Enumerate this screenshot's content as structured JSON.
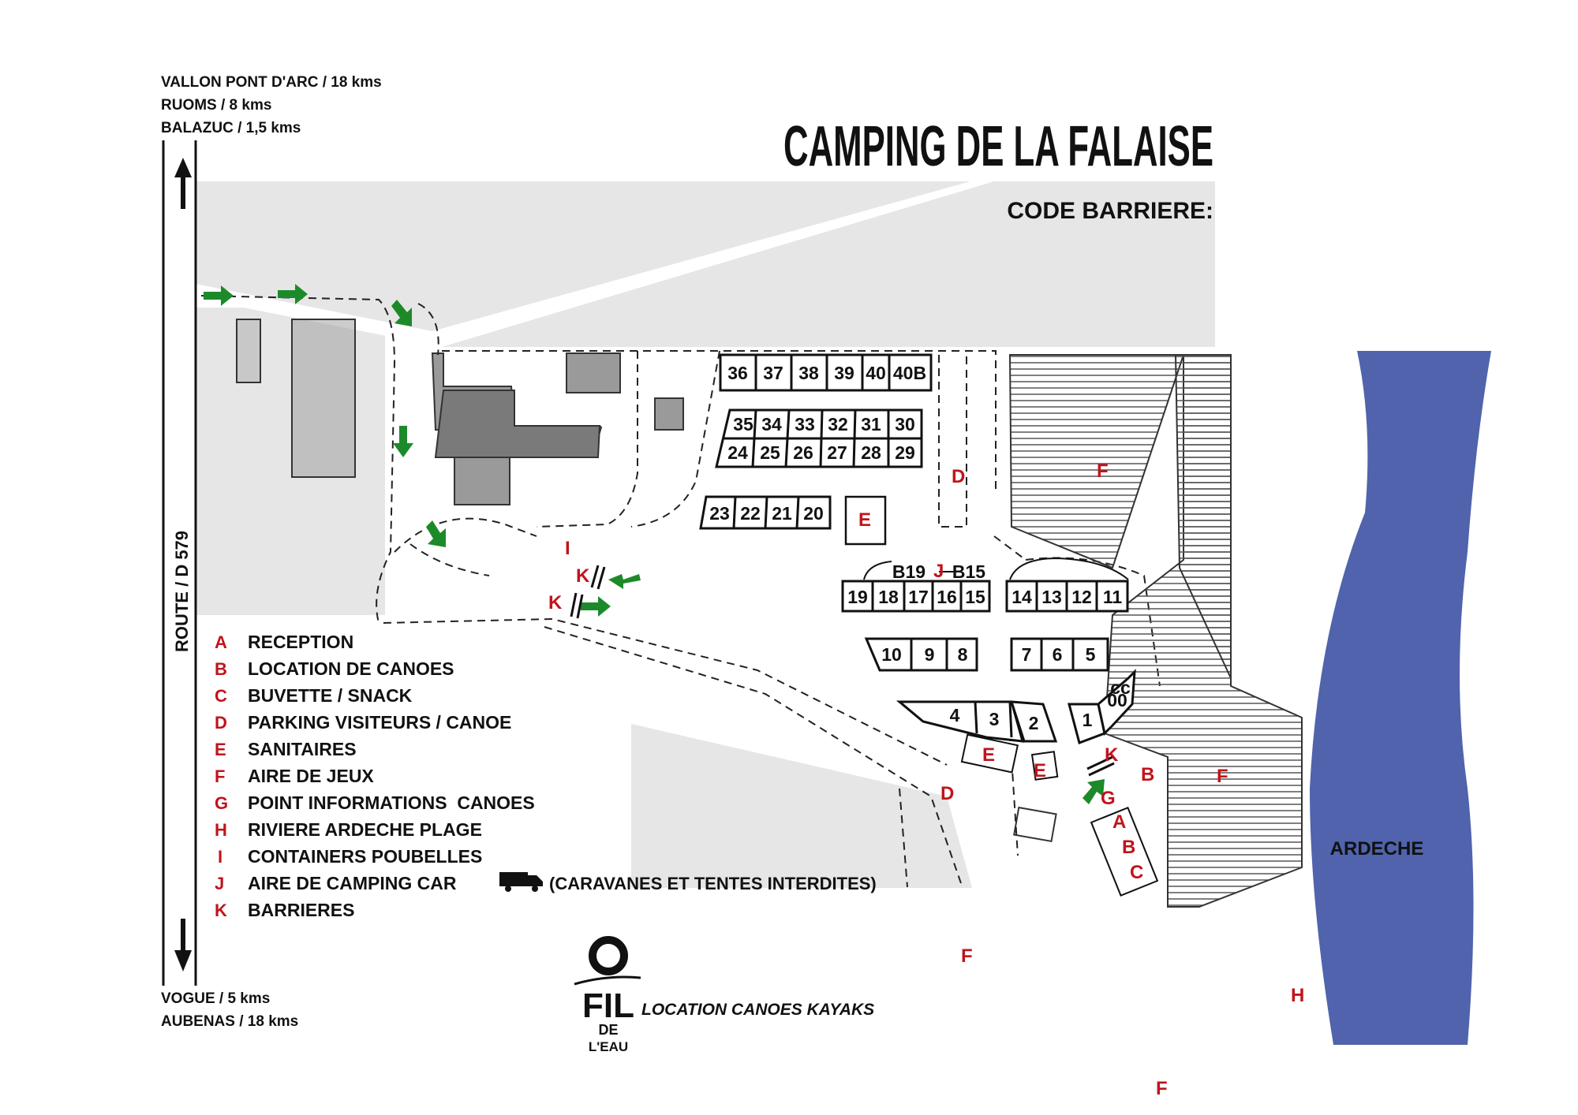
{
  "title": "CAMPING DE LA FALAISE",
  "code_label": "CODE BARRIERE:",
  "directions_north": [
    "VALLON PONT D'ARC / 18 kms",
    "RUOMS / 8 kms",
    "BALAZUC / 1,5 kms"
  ],
  "directions_south": [
    "VOGUE / 5 kms",
    "AUBENAS / 18 kms"
  ],
  "road_label": "ROUTE / D 579",
  "river_label": "ARDECHE",
  "legend": [
    {
      "key": "A",
      "label": "RECEPTION"
    },
    {
      "key": "B",
      "label": "LOCATION DE CANOES"
    },
    {
      "key": "C",
      "label": "BUVETTE / SNACK"
    },
    {
      "key": "D",
      "label": "PARKING VISITEURS / CANOE"
    },
    {
      "key": "E",
      "label": "SANITAIRES"
    },
    {
      "key": "F",
      "label": "AIRE DE JEUX"
    },
    {
      "key": "G",
      "label": "POINT INFORMATIONS  CANOES"
    },
    {
      "key": "H",
      "label": "RIVIERE ARDECHE PLAGE"
    },
    {
      "key": "I",
      "label": "CONTAINERS POUBELLES"
    },
    {
      "key": "J",
      "label": "AIRE DE CAMPING CAR"
    },
    {
      "key": "K",
      "label": "BARRIERES"
    }
  ],
  "legend_note": "(CARAVANES ET TENTES INTERDITES)",
  "logo": {
    "line1": "FIL",
    "line2": "DE",
    "line3": "L'EAU"
  },
  "logo_caption": "LOCATION CANOES KAYAKS",
  "pitches": {
    "row1": [
      "36",
      "37",
      "38",
      "39",
      "40",
      "40B"
    ],
    "row2a": [
      "35",
      "34",
      "33",
      "32",
      "31",
      "30"
    ],
    "row2b": [
      "24",
      "25",
      "26",
      "27",
      "28",
      "29"
    ],
    "row3": [
      "23",
      "22",
      "21",
      "20"
    ],
    "row4a": [
      "19",
      "18",
      "17",
      "16",
      "15"
    ],
    "row4b": [
      "14",
      "13",
      "12",
      "11"
    ],
    "row5a": [
      "10",
      "9",
      "8"
    ],
    "row5b": [
      "7",
      "6",
      "5"
    ],
    "row6": [
      "4",
      "3",
      "2",
      "1"
    ],
    "cc": "cc",
    "oo": "00",
    "b19": "B19",
    "b15": "B15"
  },
  "markers": {
    "A": "A",
    "B": "B",
    "C": "C",
    "D": "D",
    "E": "E",
    "F": "F",
    "G": "G",
    "H": "H",
    "I": "I",
    "J": "J",
    "K": "K"
  },
  "colors": {
    "river": "#5063ac",
    "marker": "#c0141c",
    "arrow": "#1d8a2a",
    "area": "#e6e6e6"
  }
}
